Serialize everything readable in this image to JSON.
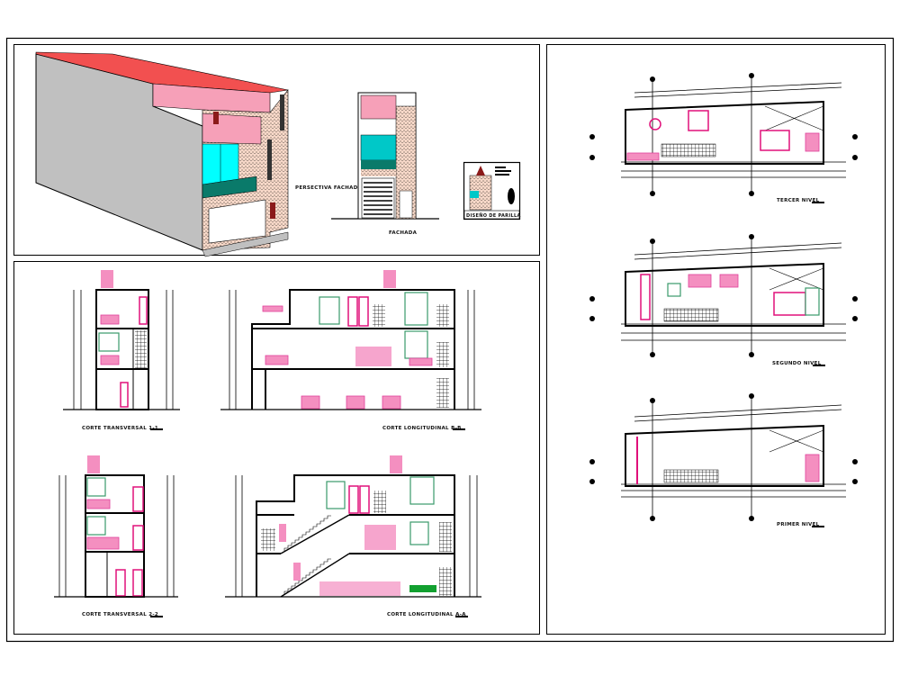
{
  "sheet": {
    "facade": {
      "perspective_label": "PERSECTIVA FACHADA",
      "elevation_label": "FACHADA",
      "logo_label": "DISEÑO DE PARILLA"
    },
    "sections": [
      {
        "label": "CORTE TRANSVERSAL 1-1"
      },
      {
        "label": "CORTE LONGITUDINAL B-B"
      },
      {
        "label": "CORTE TRANSVERSAL 2-2"
      },
      {
        "label": "CORTE LONGITUDINAL A-A"
      }
    ],
    "plans": [
      {
        "label": "TERCER NIVEL"
      },
      {
        "label": "SEGUNDO NIVEL"
      },
      {
        "label": "PRIMER NIVEL"
      }
    ]
  },
  "colors": {
    "roof": "#f25050",
    "overhang": "#f6a0b8",
    "side_wall": "#c0c0c0",
    "glass": "#00ffff",
    "furniture": "#f48fc0",
    "doors": "#e0107a",
    "windows": "#3a9a6a",
    "facade_finish": "#f7d8c8"
  }
}
